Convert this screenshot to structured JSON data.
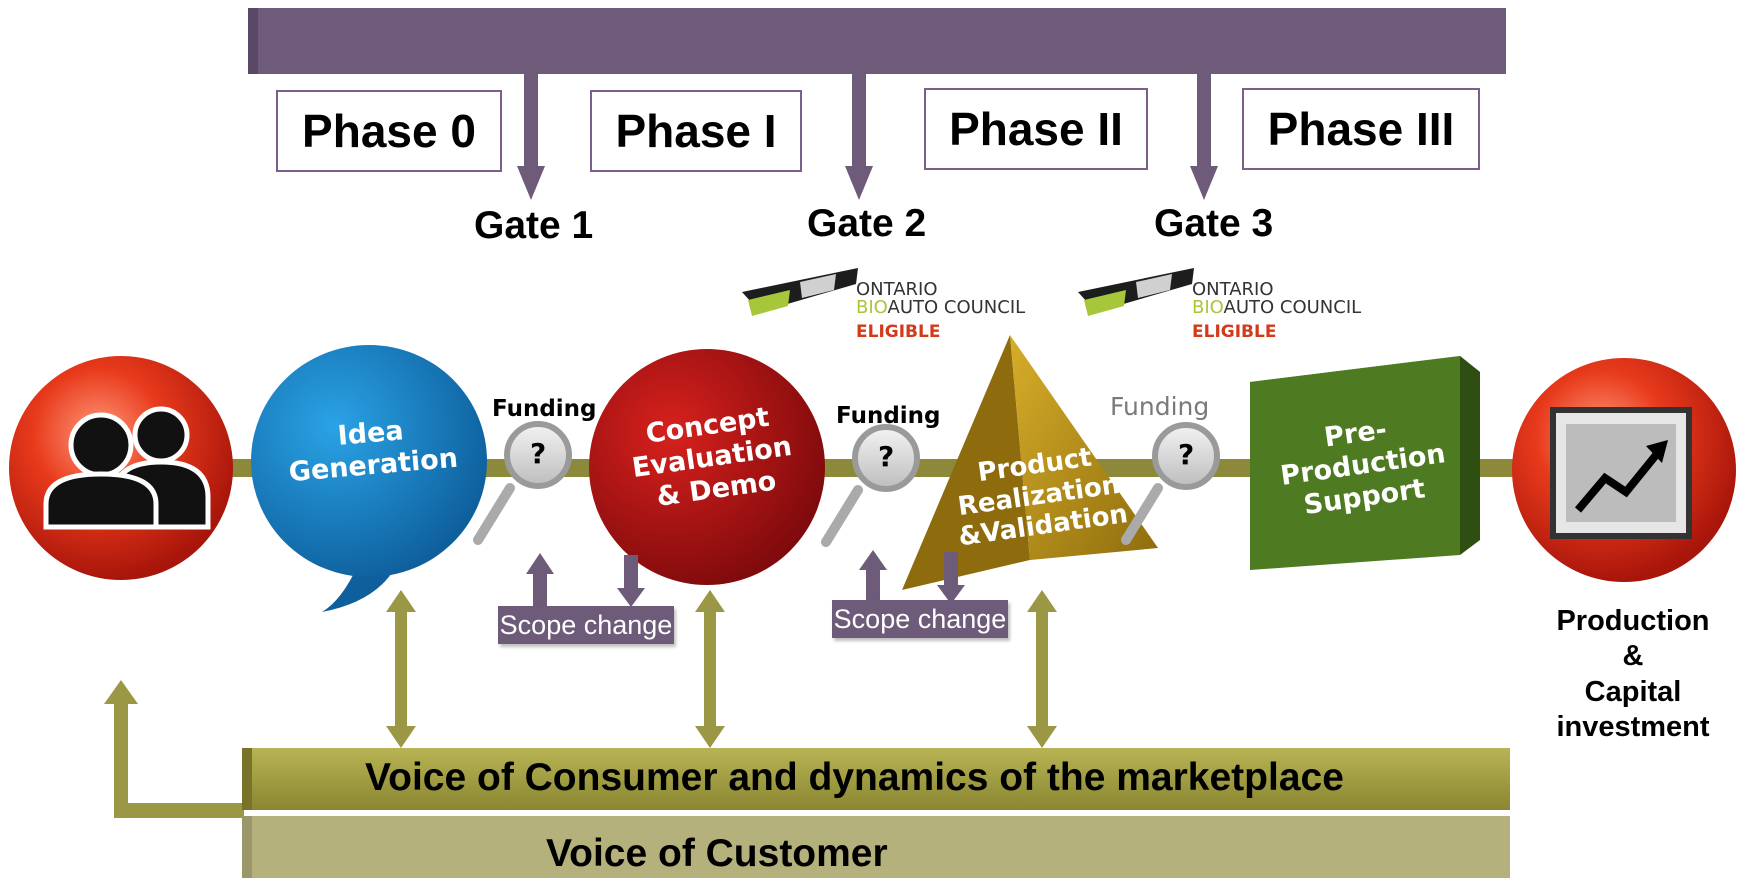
{
  "phases": [
    "Phase 0",
    "Phase I",
    "Phase II",
    "Phase III"
  ],
  "gates": [
    "Gate 1",
    "Gate 2",
    "Gate 3"
  ],
  "stages": {
    "idea": [
      "Idea",
      "Generation"
    ],
    "concept": [
      "Concept",
      "Evaluation",
      "& Demo"
    ],
    "product": [
      "Product",
      "Realization",
      "&Validation"
    ],
    "preproduction": [
      "Pre-",
      "Production",
      "Support"
    ]
  },
  "funding_label": "Funding",
  "funding_question": "?",
  "scope_change_label": "Scope change",
  "logo": {
    "line1": "ONTARIO",
    "bio": "BIO",
    "auto_council": "AUTO COUNCIL",
    "eligible": "ELIGIBLE"
  },
  "consumer_bar": "Voice of Consumer and dynamics of the marketplace",
  "customer_bar": "Voice of Customer",
  "production": [
    "Production",
    "&",
    "Capital",
    "investment"
  ],
  "colors": {
    "purple": "#6e5a79",
    "olive": "#8c8a3a",
    "olive_light": "#b5b17d",
    "idea_blue": "#1a7fc0",
    "concept_red": "#b10f14",
    "product_gold": "#b58e12",
    "preproduction_green": "#4e7a22",
    "end_circle_red": "#e0351b",
    "eligible_red": "#d23a1a"
  }
}
